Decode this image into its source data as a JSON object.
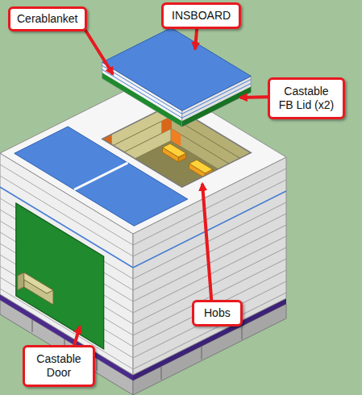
{
  "diagram": {
    "nodes": [
      {
        "text": [
          "Cerablanket"
        ]
      },
      {
        "text": [
          "INSBOARD"
        ]
      },
      {
        "text": [
          "Castable FB Lid (x2)"
        ]
      },
      {
        "text": [
          "Hobs"
        ]
      },
      {
        "text": [
          "Castable Door"
        ]
      }
    ]
  }
}
